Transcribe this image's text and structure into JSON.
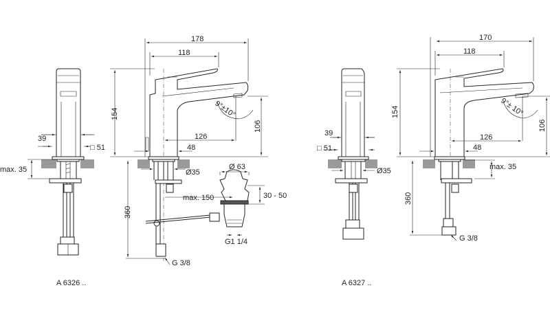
{
  "left_model": {
    "code": "A 6326 ..",
    "side_view": {
      "width_39": "39",
      "square_51": "□ 51",
      "max_35": "max. 35"
    },
    "front_view": {
      "overall_178": "178",
      "lever_118": "118",
      "height_154": "154",
      "spout_height_106": "106",
      "reach_126": "126",
      "base_48": "48",
      "angle": "9°±10°",
      "diameter_35": "Ø35",
      "supply_360": "360",
      "thread_g38": "G 3/8",
      "max_150": "max. 150"
    },
    "waste": {
      "diameter_63": "Ø 63",
      "range_30_50": "30 - 50",
      "thread_g114": "G1 1/4"
    }
  },
  "right_model": {
    "code": "A 6327 ..",
    "side_view": {
      "width_39": "39",
      "square_51": "□ 51",
      "diameter_35": "Ø35"
    },
    "front_view": {
      "overall_170": "170",
      "lever_118": "118",
      "height_154": "154",
      "spout_height_106": "106",
      "reach_126": "126",
      "base_48": "48",
      "angle": "9°± 10°",
      "max_35": "max. 35",
      "supply_360": "360",
      "thread_g38": "G 3/8"
    }
  }
}
